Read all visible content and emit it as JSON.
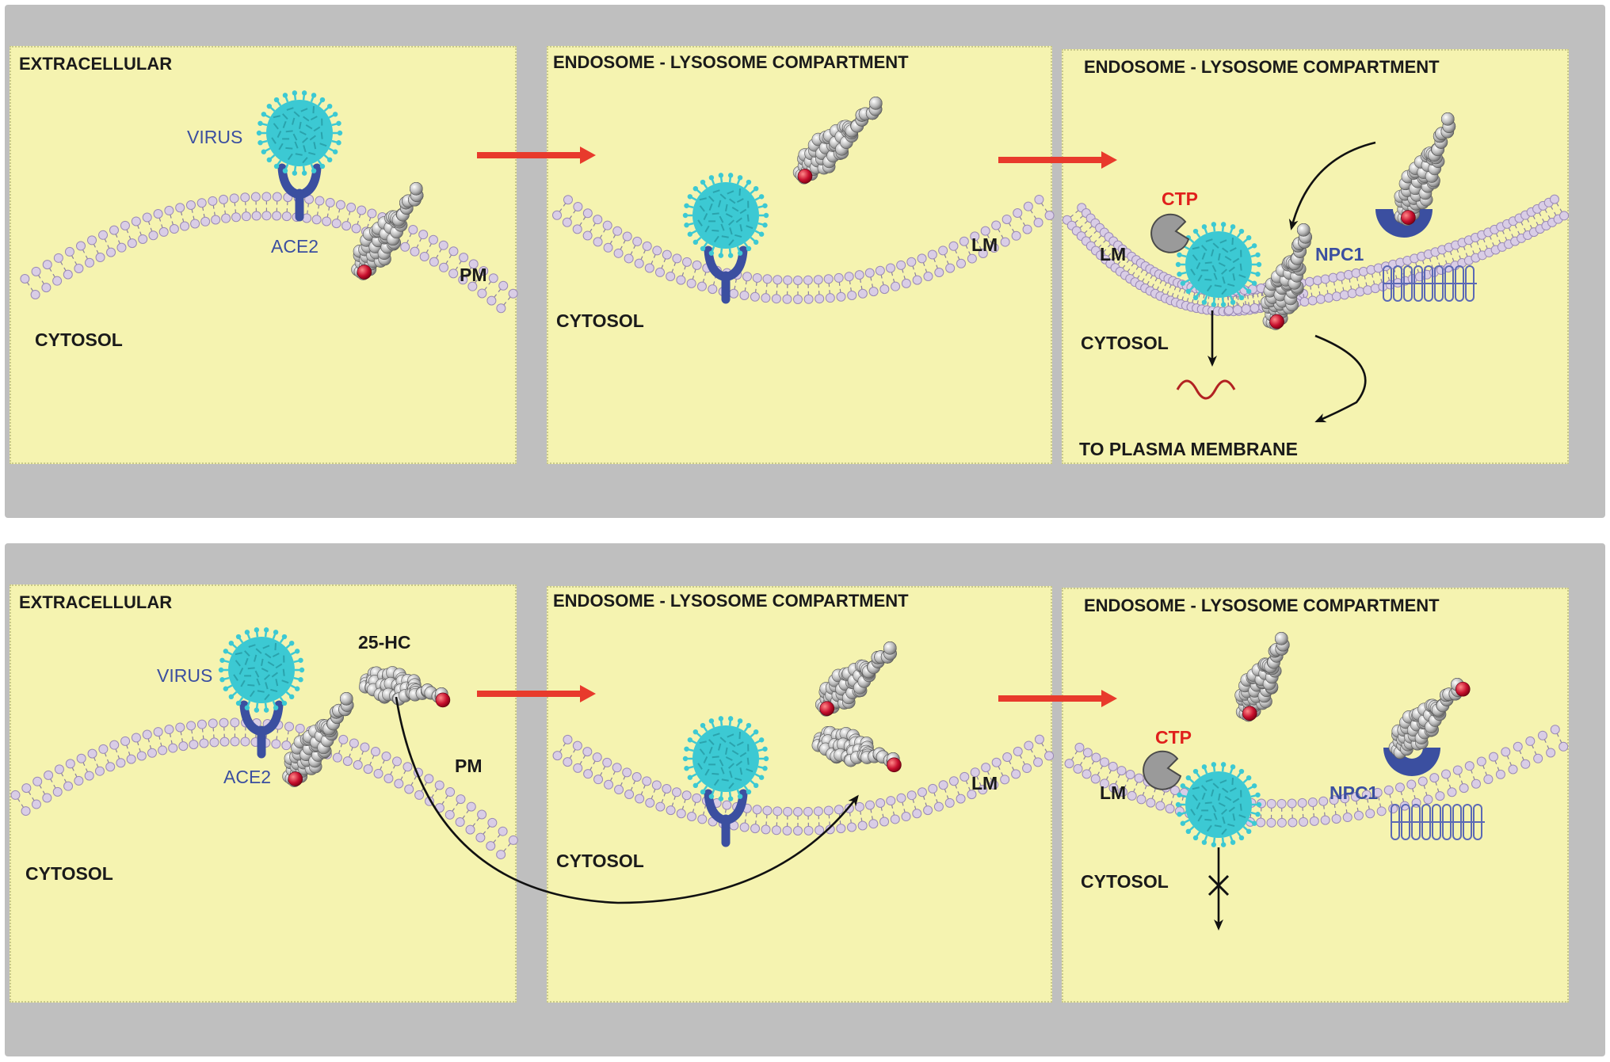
{
  "colors": {
    "background_row": "#bfbfbf",
    "panel": "#f5f3b0",
    "virus": "#3cc9d3",
    "receptor": "#3b4fa0",
    "arrow": "#e83a2c",
    "oxysterol_tip": "#c8102e",
    "lipid_head": "#d9cde6"
  },
  "top": {
    "p1": {
      "title": "EXTRACELLULAR",
      "virus": "VIRUS",
      "receptor": "ACE2",
      "membrane": "PM",
      "cytosol": "CYTOSOL"
    },
    "p2": {
      "title": "ENDOSOME - LYSOSOME COMPARTMENT",
      "membrane": "LM",
      "cytosol": "CYTOSOL"
    },
    "p3": {
      "title": "ENDOSOME - LYSOSOME COMPARTMENT",
      "protease": "CTP",
      "transporter": "NPC1",
      "membrane": "LM",
      "cytosol": "CYTOSOL",
      "destination": "TO PLASMA MEMBRANE"
    }
  },
  "bottom": {
    "p1": {
      "title": "EXTRACELLULAR",
      "virus": "VIRUS",
      "oxysterol": "25-HC",
      "receptor": "ACE2",
      "membrane": "PM",
      "cytosol": "CYTOSOL"
    },
    "p2": {
      "title": "ENDOSOME - LYSOSOME COMPARTMENT",
      "membrane": "LM",
      "cytosol": "CYTOSOL"
    },
    "p3": {
      "title": "ENDOSOME - LYSOSOME COMPARTMENT",
      "protease": "CTP",
      "transporter": "NPC1",
      "membrane": "LM",
      "cytosol": "CYTOSOL"
    }
  }
}
